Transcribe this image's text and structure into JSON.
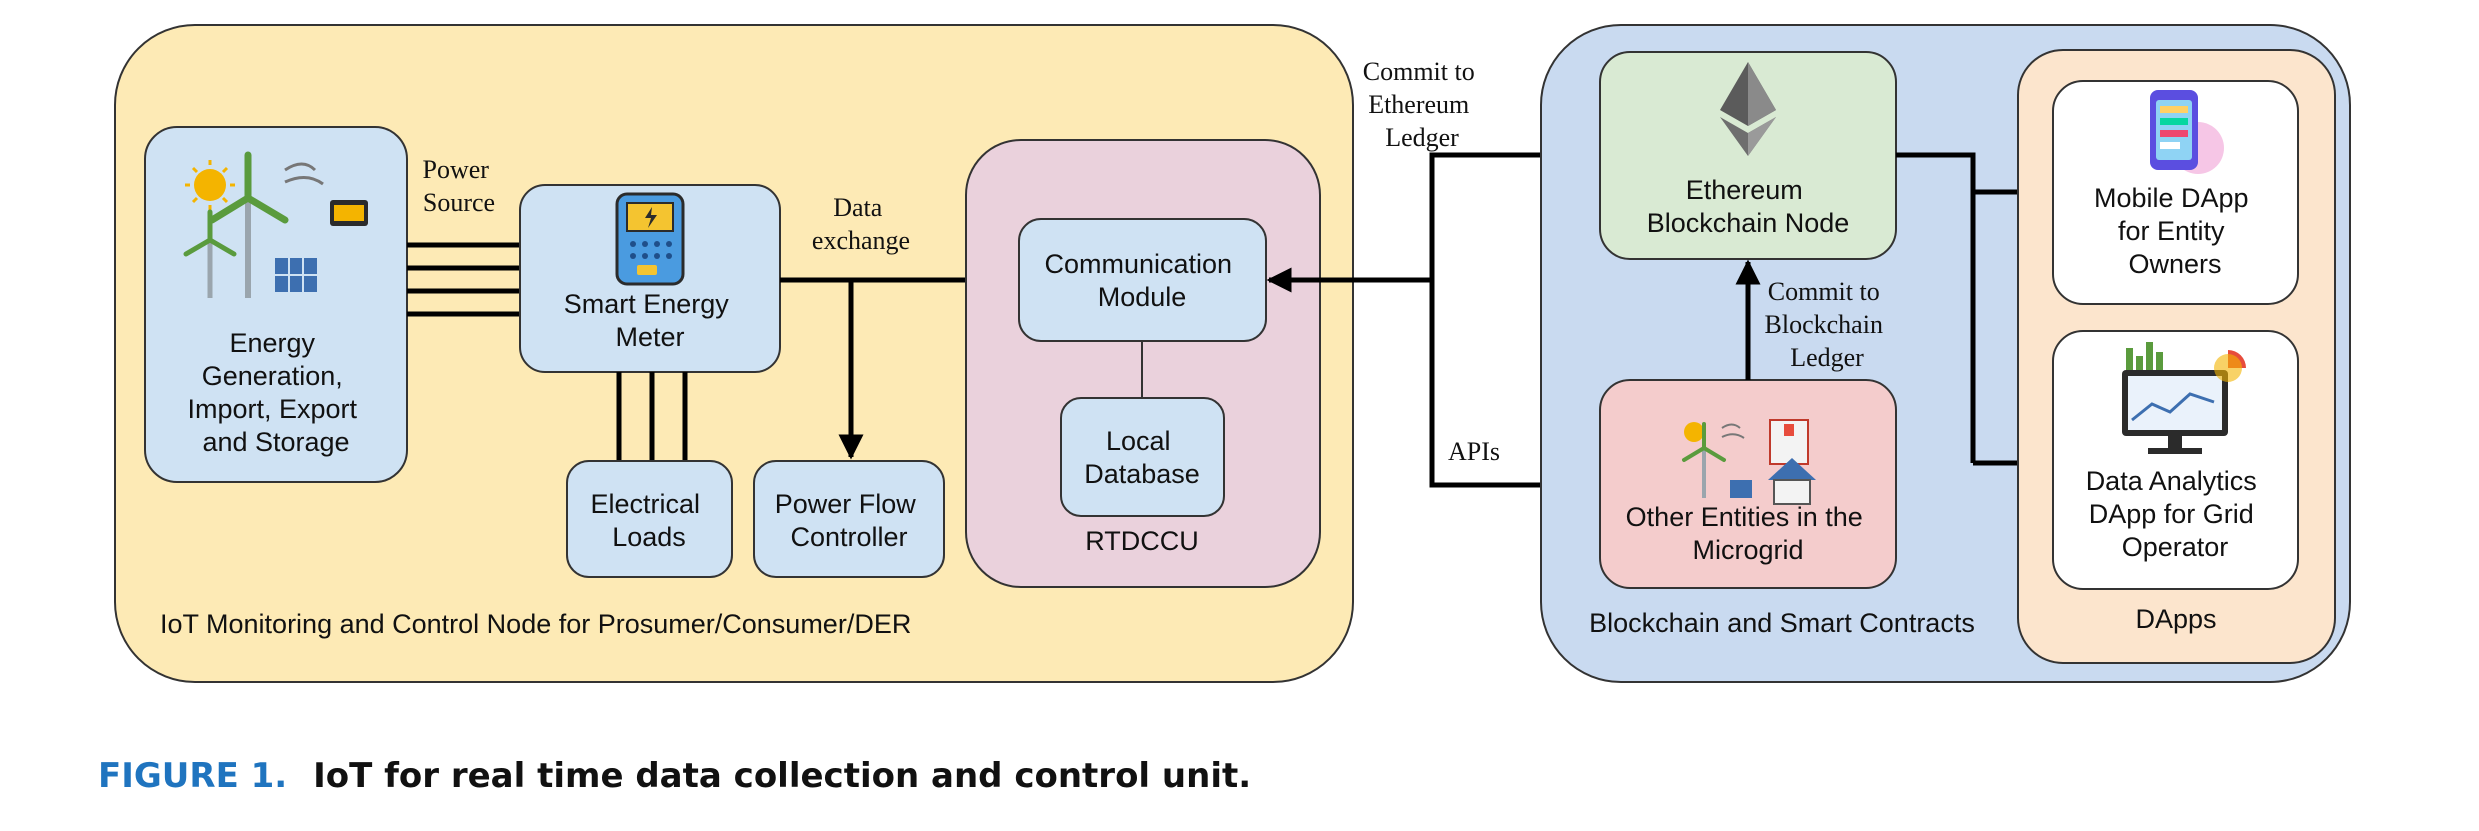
{
  "iot_node": {
    "label": "IoT Monitoring and Control Node for Prosumer/Consumer/DER",
    "energy_box": [
      "Energy",
      "Generation,",
      "Import, Export",
      "and Storage"
    ],
    "power_source": [
      "Power",
      "Source"
    ],
    "smart_meter": [
      "Smart Energy",
      "Meter"
    ],
    "data_exchange": [
      "Data",
      "exchange"
    ],
    "electrical_loads": [
      "Electrical",
      "Loads"
    ],
    "power_flow": [
      "Power Flow",
      "Controller"
    ],
    "rtdccu": {
      "label": "RTDCCU",
      "comm_module": [
        "Communication",
        "Module"
      ],
      "local_db": [
        "Local",
        "Database"
      ]
    }
  },
  "links": {
    "commit_ethereum": [
      "Commit to",
      "Ethereum",
      "Ledger"
    ],
    "apis": "APIs",
    "commit_blockchain": [
      "Commit to",
      "Blockchain",
      "Ledger"
    ]
  },
  "blockchain": {
    "label": "Blockchain and Smart Contracts",
    "eth_node": [
      "Ethereum",
      "Blockchain Node"
    ],
    "other_entities": [
      "Other Entities in the",
      "Microgrid"
    ]
  },
  "dapps": {
    "label": "DApps",
    "mobile": [
      "Mobile DApp",
      "for Entity",
      "Owners"
    ],
    "analytics": [
      "Data Analytics",
      "DApp for Grid",
      "Operator"
    ]
  },
  "caption": {
    "label": "FIGURE 1.",
    "text": "IoT for real time data collection and control unit."
  },
  "colors": {
    "iot_bg": "#fdeab5",
    "rtdccu_bg": "#ead1dc",
    "box_blue": "#cfe2f3",
    "blockchain_bg": "#c9daf0",
    "eth_green": "#d9ead3",
    "entities_red": "#f4cccc",
    "dapps_bg": "#fce5cd",
    "caption_blue": "#1f74bf"
  },
  "icons": [
    "renewable-energy-icon",
    "smart-meter-icon",
    "ethereum-icon",
    "microgrid-entities-icon",
    "mobile-phone-icon",
    "analytics-monitor-icon"
  ]
}
